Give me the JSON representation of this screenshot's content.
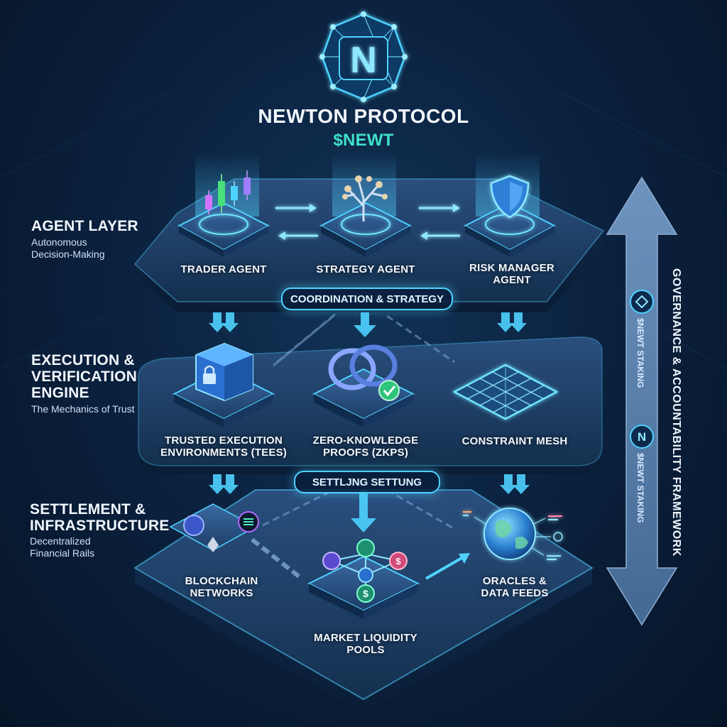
{
  "header": {
    "title": "NEWTON PROTOCOL",
    "ticker": "$NEWT",
    "logo_letter": "N"
  },
  "agent_layer": {
    "title_line1": "AGENT LAYER",
    "subtitle_line1": "Autonomous",
    "subtitle_line2": "Decision-Making",
    "nodes": [
      {
        "label_line1": "TRADER AGENT",
        "label_line2": "",
        "icon": "candlestick-chart-icon"
      },
      {
        "label_line1": "STRATEGY AGENT",
        "label_line2": "",
        "icon": "tree-network-icon"
      },
      {
        "label_line1": "RISK MANAGER",
        "label_line2": "AGENT",
        "icon": "shield-icon"
      }
    ],
    "pill": "COORDINATION & STRATEGY"
  },
  "execution_layer": {
    "title_line1": "EXECUTION &",
    "title_line2": "VERIFICATION",
    "title_line3": "ENGINE",
    "subtitle_line1": "The Mechanics of Trust",
    "nodes": [
      {
        "label_line1": "TRUSTED EXECUTION",
        "label_line2": "ENVIRONMENTS (TEEs)",
        "icon": "lock-cube-icon"
      },
      {
        "label_line1": "ZERO-KNOWLEDGE",
        "label_line2": "PROOFS (ZKPs)",
        "icon": "zk-rings-check-icon"
      },
      {
        "label_line1": "CONSTRAINT MESH",
        "label_line2": "",
        "icon": "grid-mesh-icon"
      }
    ],
    "pill": "SETTLJNG SETTUNG"
  },
  "settlement_layer": {
    "title_line1": "SETTLEMENT &",
    "title_line2": "INFRASTRUCTURE",
    "subtitle_line1": "Decentralized",
    "subtitle_line2": "Financial Rails",
    "nodes": [
      {
        "label_line1": "BLOCKCHAIN",
        "label_line2": "NETWORKS",
        "icon": "chain-coins-icon"
      },
      {
        "label_line1": "MARKET LIQUIDITY",
        "label_line2": "POOLS",
        "icon": "liquidity-network-icon"
      },
      {
        "label_line1": "ORACLES &",
        "label_line2": "DATA FEEDS",
        "icon": "globe-icon"
      }
    ]
  },
  "governance": {
    "title": "GOVERNANCE & ACCOUNTABILITY FRAMEWORK",
    "item1": "$NEWT STAKING",
    "item2": "$NEWT STAKING"
  },
  "colors": {
    "accent": "#4fd2ff",
    "ticker": "#3fe0c8",
    "platform": "#1c3a63",
    "background": "#0b2240"
  }
}
